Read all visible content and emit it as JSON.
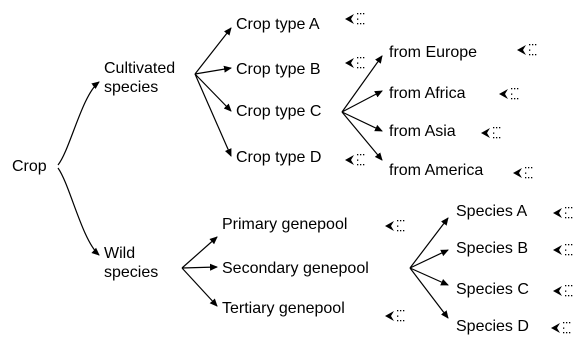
{
  "root": {
    "label": "Crop"
  },
  "cultivated": {
    "label_line1": "Cultivated",
    "label_line2": "species",
    "crop_types": [
      "Crop type A",
      "Crop type B",
      "Crop type C",
      "Crop type D"
    ],
    "origins": [
      "from Europe",
      "from Africa",
      "from Asia",
      "from America"
    ]
  },
  "wild": {
    "label_line1": "Wild",
    "label_line2": "species",
    "genepools": [
      "Primary genepool",
      "Secondary genepool",
      "Tertiary genepool"
    ],
    "species": [
      "Species A",
      "Species B",
      "Species C",
      "Species D"
    ]
  },
  "colors": {
    "ink": "#000000",
    "background": "#ffffff"
  },
  "icons": {
    "leaf_marker": "arrow-with-dotted-trail-icon"
  }
}
